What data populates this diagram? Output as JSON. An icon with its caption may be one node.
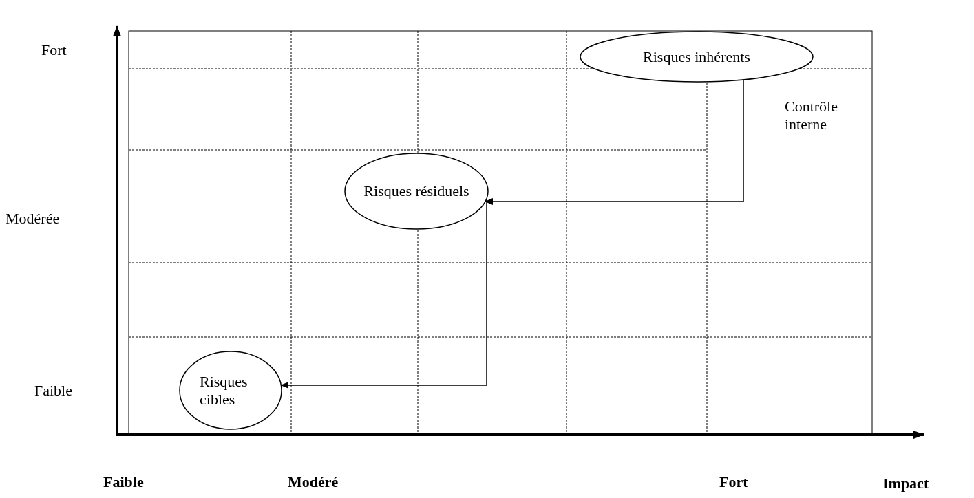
{
  "diagram": {
    "nodes": [
      {
        "text": [
          "Risques inhérents"
        ]
      },
      {
        "text": [
          "Risques résiduels"
        ]
      },
      {
        "text": [
          "Risques cibles"
        ]
      }
    ],
    "edges": [
      {
        "from": 0,
        "to": 1,
        "arrow": "to",
        "label": "Contrôle interne"
      },
      {
        "from": 1,
        "to": 2,
        "arrow": "to"
      }
    ],
    "labels": [
      "Fort",
      "Modérée",
      "Faible",
      "Faible",
      "Modéré",
      "Fort",
      "Impact"
    ]
  }
}
